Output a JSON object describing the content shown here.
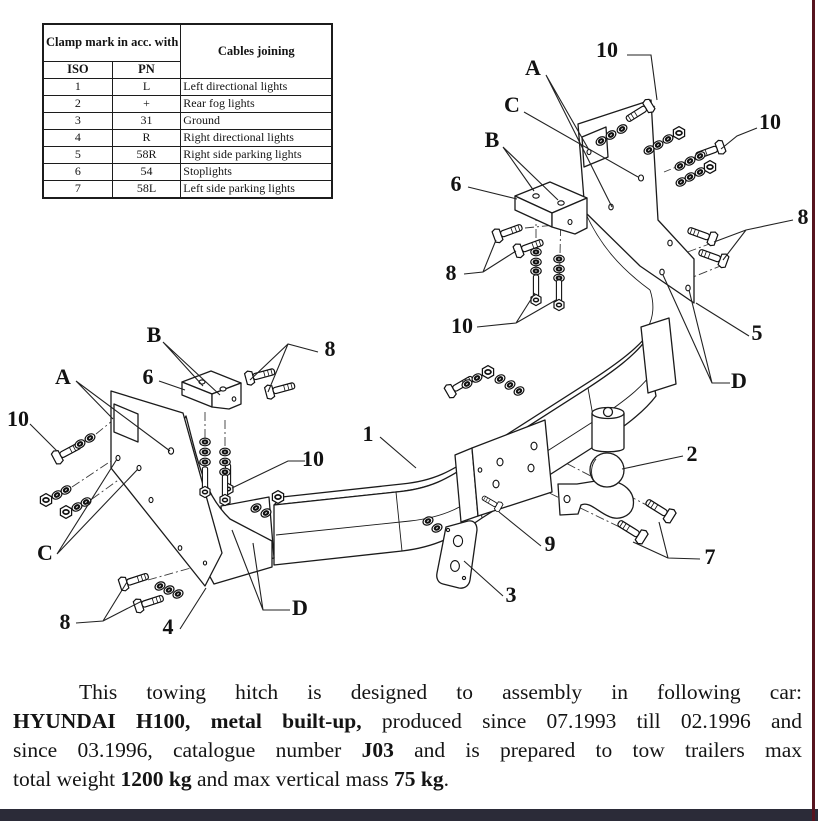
{
  "table": {
    "header": {
      "clamp": "Clamp mark in acc. with",
      "cables": "Cables joining",
      "iso": "ISO",
      "pn": "PN"
    },
    "rows": [
      {
        "iso": "1",
        "pn": "L",
        "cable": "Left directional lights"
      },
      {
        "iso": "2",
        "pn": "+",
        "cable": "Rear fog lights"
      },
      {
        "iso": "3",
        "pn": "31",
        "cable": "Ground"
      },
      {
        "iso": "4",
        "pn": "R",
        "cable": "Right directional lights"
      },
      {
        "iso": "5",
        "pn": "58R",
        "cable": "Right side parking lights"
      },
      {
        "iso": "6",
        "pn": "54",
        "cable": "Stoplights"
      },
      {
        "iso": "7",
        "pn": "58L",
        "cable": "Left side parking lights"
      }
    ]
  },
  "diagram": {
    "callouts": [
      {
        "label": "10"
      },
      {
        "label": "A"
      },
      {
        "label": "10"
      },
      {
        "label": "C"
      },
      {
        "label": "B"
      },
      {
        "label": "6"
      },
      {
        "label": "8"
      },
      {
        "label": "8"
      },
      {
        "label": "10"
      },
      {
        "label": "5"
      },
      {
        "label": "D"
      },
      {
        "label": "B"
      },
      {
        "label": "8"
      },
      {
        "label": "A"
      },
      {
        "label": "6"
      },
      {
        "label": "10"
      },
      {
        "label": "1"
      },
      {
        "label": "10"
      },
      {
        "label": "2"
      },
      {
        "label": "C"
      },
      {
        "label": "9"
      },
      {
        "label": "7"
      },
      {
        "label": "8"
      },
      {
        "label": "4"
      },
      {
        "label": "D"
      },
      {
        "label": "3"
      }
    ],
    "colors": {
      "line": "#1b1b1b",
      "bottom_bar": "#2b2b38",
      "edge_line": "#56141f"
    }
  },
  "paragraph": {
    "l1s1": "This towing hitch is designed to assembly in following car:",
    "l2s1": "HYUNDAI H100, metal built-up,",
    "l2s2": " produced since 07.1993 till 02.1996 and",
    "l3s1": "since 03.1996, catalogue number ",
    "l3s2": "J03",
    "l3s3": " and is prepared to tow trailers max",
    "l4s1": "total weight ",
    "l4s2": "1200 kg",
    "l4s3": " and max vertical mass ",
    "l4s4": "75 kg",
    "l4s5": "."
  }
}
